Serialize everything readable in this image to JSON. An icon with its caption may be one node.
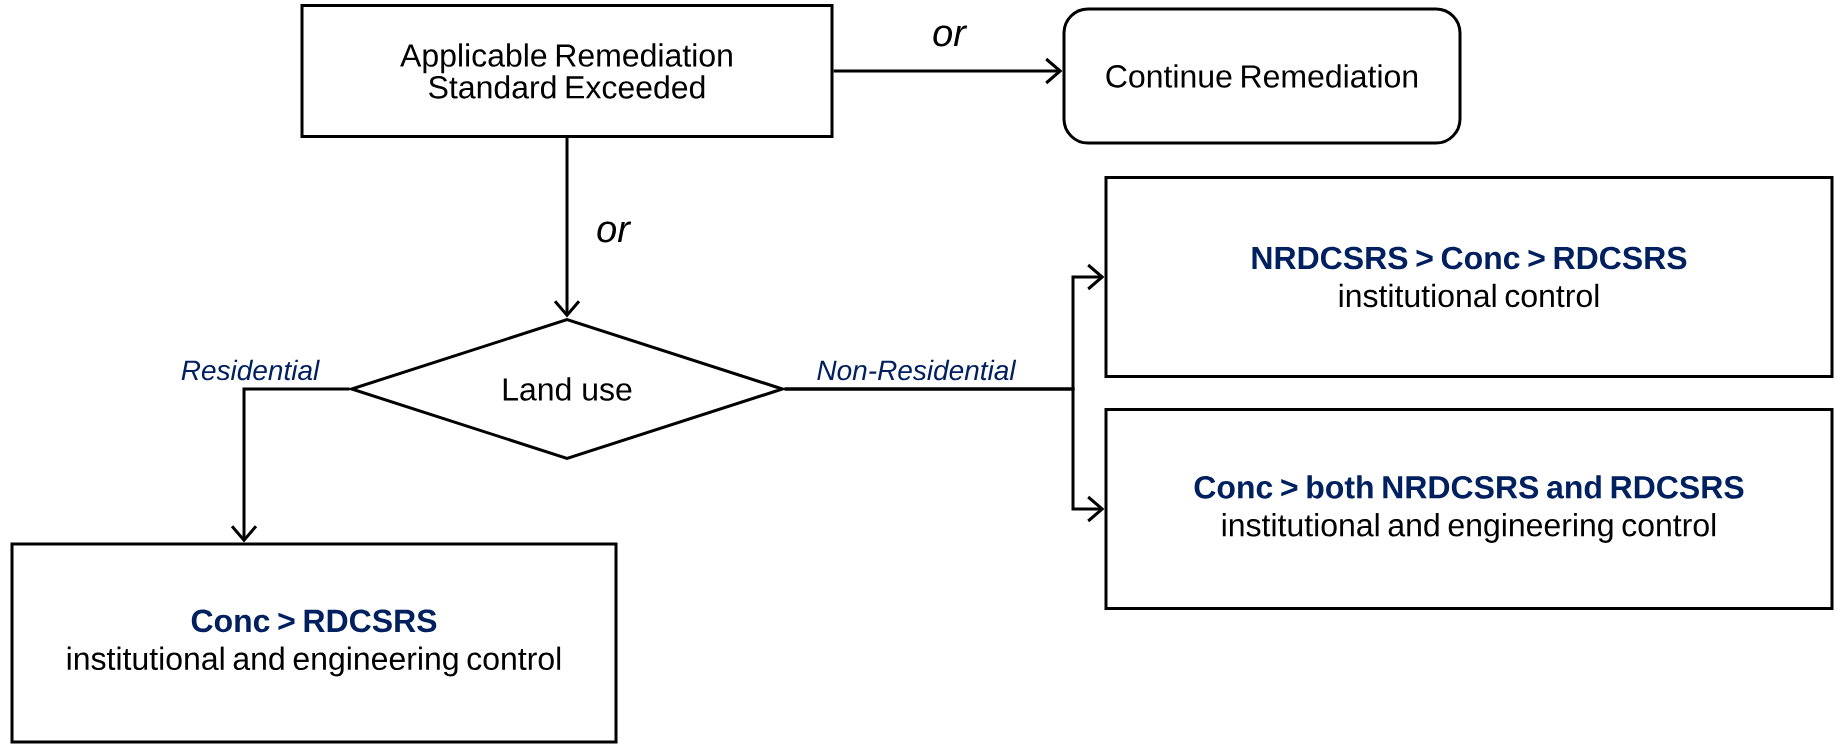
{
  "diagram": {
    "nodes": [
      {
        "text": [
          "Applicable Remediation Standard Exceeded"
        ]
      },
      {
        "text": [
          "Continue Remediation"
        ]
      },
      {
        "text": [
          "Land use"
        ]
      },
      {
        "text": [
          "NRDCSRS > Conc > RDCSRS",
          "institutional control"
        ]
      },
      {
        "text": [
          "Conc > both NRDCSRS and RDCSRS",
          "institutional and engineering control"
        ]
      },
      {
        "text": [
          "Conc > RDCSRS",
          "institutional and engineering control"
        ]
      }
    ],
    "edges": [
      {
        "from": 0,
        "to": 1,
        "arrow": "to",
        "label": "or"
      },
      {
        "from": 0,
        "to": 2,
        "arrow": "to",
        "label": "or"
      },
      {
        "from": 2,
        "to": 5,
        "arrow": "to",
        "label": "Residential"
      },
      {
        "from": 2,
        "to": 3,
        "arrow": "to",
        "label": "Non-Residential"
      },
      {
        "from": 2,
        "to": 4,
        "arrow": "to"
      }
    ]
  }
}
